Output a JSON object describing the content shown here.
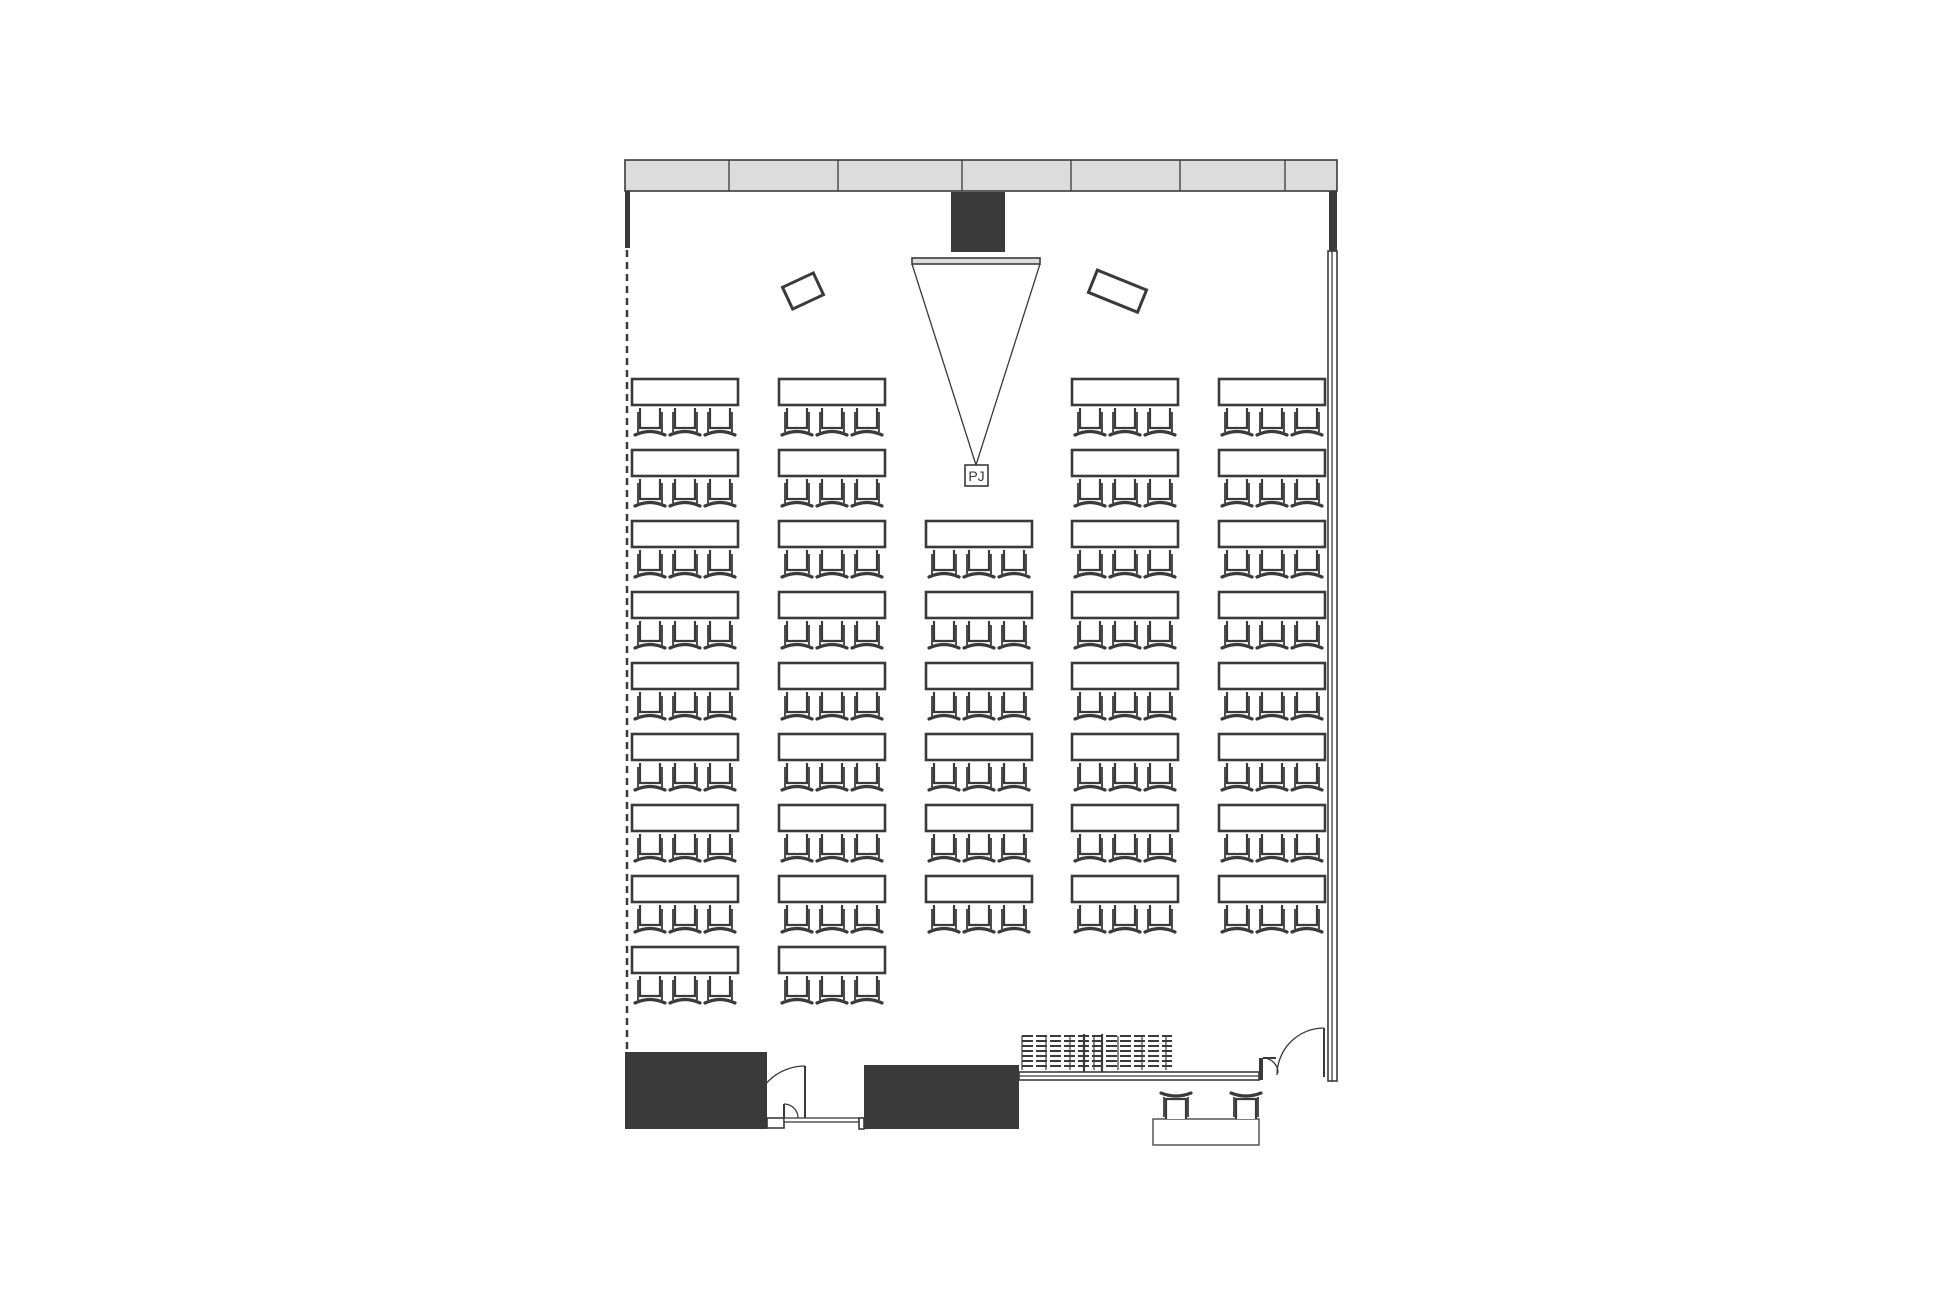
{
  "floorplan": {
    "projector_label": "PJ",
    "colors": {
      "wall": "#3a3a3a",
      "window_band": "#dcdcdc",
      "furniture_stroke": "#3a3a3a",
      "background": "#ffffff"
    },
    "layout": {
      "seating_style": "classroom",
      "columns": 5,
      "rows_per_column": [
        9,
        9,
        6,
        8,
        8
      ],
      "seats_per_table": 3
    }
  }
}
